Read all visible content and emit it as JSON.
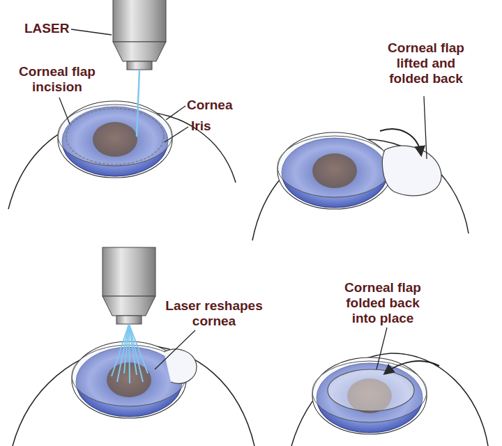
{
  "diagram": {
    "labels": [
      "LASER",
      "Corneal flap incision",
      "Cornea",
      "Iris",
      "Corneal flap lifted and folded back",
      "Laser reshapes cornea",
      "Corneal flap folded back into place"
    ]
  }
}
